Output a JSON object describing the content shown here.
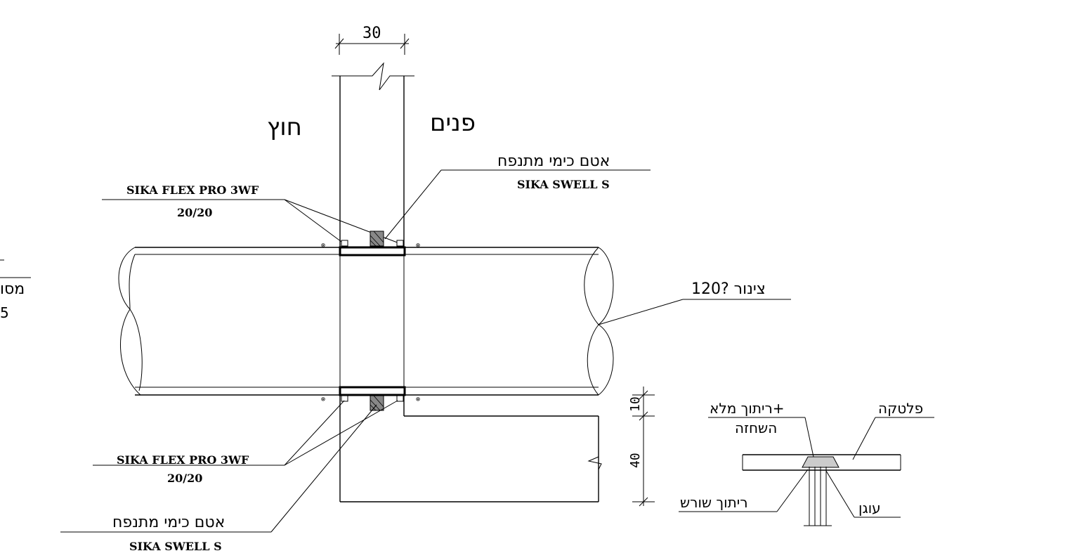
{
  "labels": {
    "dim_wall_thickness": "30",
    "outside": "חוץ",
    "inside": "פנים",
    "swell_top_heb": "אטם כימי מתנפח",
    "swell_top_lat": "SIKA SWELL S",
    "flex_top_lat": "SIKA FLEX PRO 3WF",
    "flex_top_dim": "20/20",
    "pipe_label": "צינור ?120",
    "dim_10": "10",
    "dim_40": "40",
    "flex_bottom_lat": "SIKA FLEX PRO 3WF",
    "flex_bottom_dim": "20/20",
    "swell_bottom_heb": "אטם כימי מתנפח",
    "swell_bottom_lat": "SIKA SWELL S",
    "detail_full_weld": "ריתוך מלא+",
    "detail_blasting": "השחזה",
    "detail_plate": "פלטקה",
    "detail_root_weld": "ריתוך שורש",
    "detail_anchor": "עוגן",
    "cut_left_1": "מסו",
    "cut_left_2": "5"
  },
  "colors": {
    "line": "#000000",
    "background": "#ffffff"
  }
}
